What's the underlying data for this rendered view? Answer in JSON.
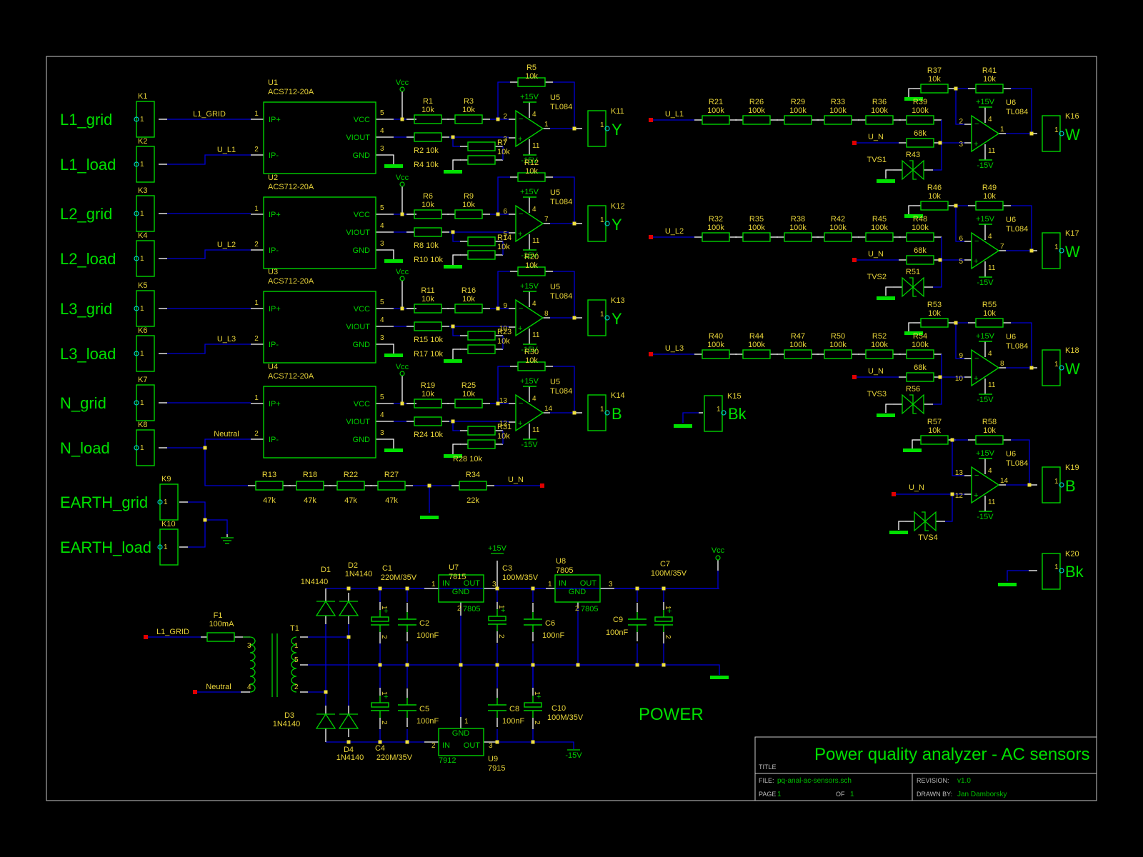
{
  "sheet": {
    "section_label": "POWER",
    "title_block": {
      "title_caption": "TITLE",
      "title": "Power quality analyzer - AC sensors",
      "file_caption": "FILE:",
      "file": "pq-anal-ac-sensors.sch",
      "revision_caption": "REVISION:",
      "revision": "v1.0",
      "page_caption": "PAGE",
      "page": "1",
      "of_caption": "OF",
      "of": "1",
      "drawn_by_caption": "DRAWN BY:",
      "drawn_by": "Jan Damborsky"
    }
  },
  "connectors_left": [
    {
      "ref": "K1",
      "label": "L1_grid",
      "pin": "1"
    },
    {
      "ref": "K2",
      "label": "L1_load",
      "pin": "1"
    },
    {
      "ref": "K3",
      "label": "L2_grid",
      "pin": "1"
    },
    {
      "ref": "K4",
      "label": "L2_load",
      "pin": "1"
    },
    {
      "ref": "K5",
      "label": "L3_grid",
      "pin": "1"
    },
    {
      "ref": "K6",
      "label": "L3_load",
      "pin": "1"
    },
    {
      "ref": "K7",
      "label": "N_grid",
      "pin": "1"
    },
    {
      "ref": "K8",
      "label": "N_load",
      "pin": "1"
    },
    {
      "ref": "K9",
      "label": "EARTH_grid",
      "pin": "1"
    },
    {
      "ref": "K10",
      "label": "EARTH_load",
      "pin": "1"
    }
  ],
  "current_sensors": [
    {
      "ref": "U1",
      "part": "ACS712-20A",
      "net_in": "L1_GRID",
      "net_out": "U_L1",
      "pins": {
        "ip_plus": "IP+",
        "ip_minus": "IP-",
        "vcc": "VCC",
        "viout": "VIOUT",
        "gnd": "GND",
        "n1": "1",
        "n2": "2",
        "n5": "5",
        "n4": "4",
        "n3": "3"
      },
      "vcc_label": "Vcc",
      "r_a": {
        "ref": "R1",
        "val": "10k"
      },
      "r_b": {
        "ref": "R3",
        "val": "10k"
      },
      "r_in": {
        "ref": "R2",
        "val": "10k"
      },
      "r_gnd": {
        "ref": "R4",
        "val": "10k"
      },
      "r_bias": {
        "ref": "R7",
        "val": "10k"
      },
      "r_fb": {
        "ref": "R5",
        "val": "10k"
      },
      "opamp": {
        "ref": "U5",
        "part": "TL084",
        "inv": "2",
        "noninv": "3",
        "out": "1",
        "vp": "4",
        "vn": "11",
        "vpos": "+15V",
        "vneg": "-15V"
      },
      "out_conn": {
        "ref": "K11",
        "pin": "1",
        "label": "Y"
      }
    },
    {
      "ref": "U2",
      "part": "ACS712-20A",
      "net_in": "",
      "net_out": "U_L2",
      "pins": {
        "ip_plus": "IP+",
        "ip_minus": "IP-",
        "vcc": "VCC",
        "viout": "VIOUT",
        "gnd": "GND",
        "n1": "1",
        "n2": "2",
        "n5": "5",
        "n4": "4",
        "n3": "3"
      },
      "vcc_label": "Vcc",
      "r_a": {
        "ref": "R6",
        "val": "10k"
      },
      "r_b": {
        "ref": "R9",
        "val": "10k"
      },
      "r_in": {
        "ref": "R8",
        "val": "10k"
      },
      "r_gnd": {
        "ref": "R10",
        "val": "10k"
      },
      "r_bias": {
        "ref": "R14",
        "val": "10k"
      },
      "r_fb": {
        "ref": "R12",
        "val": "10k"
      },
      "opamp": {
        "ref": "U5",
        "part": "TL084",
        "inv": "6",
        "noninv": "5",
        "out": "7",
        "vp": "4",
        "vn": "11",
        "vpos": "+15V",
        "vneg": "-15V"
      },
      "out_conn": {
        "ref": "K12",
        "pin": "1",
        "label": "Y"
      }
    },
    {
      "ref": "U3",
      "part": "ACS712-20A",
      "net_in": "",
      "net_out": "U_L3",
      "pins": {
        "ip_plus": "IP+",
        "ip_minus": "IP-",
        "vcc": "VCC",
        "viout": "VIOUT",
        "gnd": "GND",
        "n1": "1",
        "n2": "2",
        "n5": "5",
        "n4": "4",
        "n3": "3"
      },
      "vcc_label": "Vcc",
      "r_a": {
        "ref": "R11",
        "val": "10k"
      },
      "r_b": {
        "ref": "R16",
        "val": "10k"
      },
      "r_in": {
        "ref": "R15",
        "val": "10k"
      },
      "r_gnd": {
        "ref": "R17",
        "val": "10k"
      },
      "r_bias": {
        "ref": "R23",
        "val": "10k"
      },
      "r_fb": {
        "ref": "R20",
        "val": "10k"
      },
      "opamp": {
        "ref": "U5",
        "part": "TL084",
        "inv": "9",
        "noninv": "10",
        "out": "8",
        "vp": "4",
        "vn": "11",
        "vpos": "+15V",
        "vneg": "-15V"
      },
      "out_conn": {
        "ref": "K13",
        "pin": "1",
        "label": "Y"
      }
    },
    {
      "ref": "U4",
      "part": "ACS712-20A",
      "net_in": "",
      "net_out": "Neutral",
      "pins": {
        "ip_plus": "IP+",
        "ip_minus": "IP-",
        "vcc": "VCC",
        "viout": "VIOUT",
        "gnd": "GND",
        "n1": "1",
        "n2": "2",
        "n5": "5",
        "n4": "4",
        "n3": "3"
      },
      "vcc_label": "Vcc",
      "r_a": {
        "ref": "R19",
        "val": "10k"
      },
      "r_b": {
        "ref": "R25",
        "val": "10k"
      },
      "r_in": {
        "ref": "R24",
        "val": "10k"
      },
      "r_gnd": {
        "ref": "R28",
        "val": "10k"
      },
      "r_bias": {
        "ref": "R31",
        "val": "10k"
      },
      "r_fb": {
        "ref": "R30",
        "val": "10k"
      },
      "opamp": {
        "ref": "U5",
        "part": "TL084",
        "inv": "13",
        "noninv": "12",
        "out": "14",
        "vp": "4",
        "vn": "11",
        "vpos": "+15V",
        "vneg": "-15V"
      },
      "out_conn": {
        "ref": "K14",
        "pin": "1",
        "label": "B"
      }
    }
  ],
  "neutral_divider": {
    "resistors": [
      {
        "ref": "R13",
        "val": "47k"
      },
      {
        "ref": "R18",
        "val": "47k"
      },
      {
        "ref": "R22",
        "val": "47k"
      },
      {
        "ref": "R27",
        "val": "47k"
      },
      {
        "ref": "R34",
        "val": "22k"
      }
    ],
    "net_out": "U_N"
  },
  "voltage_sensors": [
    {
      "net_in": "U_L1",
      "chain": [
        {
          "ref": "R21",
          "val": "100k"
        },
        {
          "ref": "R26",
          "val": "100k"
        },
        {
          "ref": "R29",
          "val": "100k"
        },
        {
          "ref": "R33",
          "val": "100k"
        },
        {
          "ref": "R36",
          "val": "100k"
        },
        {
          "ref": "R39",
          "val": "100k"
        }
      ],
      "r_gnd": {
        "ref": "R37",
        "val": "10k"
      },
      "r_fb": {
        "ref": "R41",
        "val": "10k"
      },
      "un_net": "U_N",
      "r_un": {
        "ref": "",
        "val": "68k"
      },
      "tvs": "TVS1",
      "tvs_r": "R43",
      "opamp": {
        "ref": "U6",
        "part": "TL084",
        "inv": "2",
        "noninv": "3",
        "out": "1",
        "vp": "4",
        "vn": "11",
        "vpos": "+15V",
        "vneg": "-15V"
      },
      "out_conn": {
        "ref": "K16",
        "pin": "1",
        "label": "W"
      }
    },
    {
      "net_in": "U_L2",
      "chain": [
        {
          "ref": "R32",
          "val": "100k"
        },
        {
          "ref": "R35",
          "val": "100k"
        },
        {
          "ref": "R38",
          "val": "100k"
        },
        {
          "ref": "R42",
          "val": "100k"
        },
        {
          "ref": "R45",
          "val": "100k"
        },
        {
          "ref": "R48",
          "val": "100k"
        }
      ],
      "r_gnd": {
        "ref": "R46",
        "val": "10k"
      },
      "r_fb": {
        "ref": "R49",
        "val": "10k"
      },
      "un_net": "U_N",
      "r_un": {
        "ref": "",
        "val": "68k"
      },
      "tvs": "TVS2",
      "tvs_r": "R51",
      "opamp": {
        "ref": "U6",
        "part": "TL084",
        "inv": "6",
        "noninv": "5",
        "out": "7",
        "vp": "4",
        "vn": "11",
        "vpos": "+15V",
        "vneg": "-15V"
      },
      "out_conn": {
        "ref": "K17",
        "pin": "1",
        "label": "W"
      }
    },
    {
      "net_in": "U_L3",
      "chain": [
        {
          "ref": "R40",
          "val": "100k"
        },
        {
          "ref": "R44",
          "val": "100k"
        },
        {
          "ref": "R47",
          "val": "100k"
        },
        {
          "ref": "R50",
          "val": "100k"
        },
        {
          "ref": "R52",
          "val": "100k"
        },
        {
          "ref": "R54",
          "val": "100k"
        }
      ],
      "r_gnd": {
        "ref": "R53",
        "val": "10k"
      },
      "r_fb": {
        "ref": "R55",
        "val": "10k"
      },
      "un_net": "U_N",
      "r_un": {
        "ref": "",
        "val": "68k"
      },
      "tvs": "TVS3",
      "tvs_r": "R56",
      "opamp": {
        "ref": "U6",
        "part": "TL084",
        "inv": "9",
        "noninv": "10",
        "out": "8",
        "vp": "4",
        "vn": "11",
        "vpos": "+15V",
        "vneg": "-15V"
      },
      "out_conn": {
        "ref": "K18",
        "pin": "1",
        "label": "W"
      }
    }
  ],
  "neutral_buffer": {
    "r_gnd": {
      "ref": "R57",
      "val": "10k"
    },
    "r_fb": {
      "ref": "R58",
      "val": "10k"
    },
    "un_net": "U_N",
    "tvs": "TVS4",
    "opamp": {
      "ref": "U6",
      "part": "TL084",
      "inv": "13",
      "noninv": "12",
      "out": "14",
      "vp": "4",
      "vn": "11",
      "vpos": "+15V",
      "vneg": "-15V"
    },
    "out_conn": {
      "ref": "K19",
      "pin": "1",
      "label": "B"
    }
  },
  "ground_connectors": [
    {
      "ref": "K15",
      "pin": "1",
      "label": "Bk"
    },
    {
      "ref": "K20",
      "pin": "1",
      "label": "Bk"
    }
  ],
  "power": {
    "in_net": "L1_GRID",
    "neutral_net": "Neutral",
    "fuse": {
      "ref": "F1",
      "val": "100mA"
    },
    "transformer": {
      "ref": "T1",
      "p1": "3",
      "p2": "4",
      "s1": "1",
      "s5": "5",
      "s2": "2"
    },
    "diodes": [
      {
        "ref": "D1",
        "part": "1N4140"
      },
      {
        "ref": "D2",
        "part": "1N4140"
      },
      {
        "ref": "D3",
        "part": "1N4140"
      },
      {
        "ref": "D4",
        "part": "1N4140"
      }
    ],
    "caps": {
      "C1": {
        "ref": "C1",
        "val": "220M/35V"
      },
      "C2": {
        "ref": "C2",
        "val": "100nF"
      },
      "C3": {
        "ref": "C3",
        "val": "100M/35V"
      },
      "C4": {
        "ref": "C4",
        "val": "220M/35V"
      },
      "C5": {
        "ref": "C5",
        "val": "100nF"
      },
      "C6": {
        "ref": "C6",
        "val": "100nF"
      },
      "C7": {
        "ref": "C7",
        "val": "100M/35V"
      },
      "C8": {
        "ref": "C8",
        "val": "100nF"
      },
      "C9": {
        "ref": "C9",
        "val": "100nF"
      },
      "C10": {
        "ref": "C10",
        "val": "100M/35V"
      }
    },
    "regulators": {
      "U7": {
        "ref": "U7",
        "part": "7815",
        "inner": "7805",
        "in": "IN",
        "out": "OUT",
        "gnd": "GND",
        "p_in": "1",
        "p_gnd": "2",
        "p_out": "3"
      },
      "U8": {
        "ref": "U8",
        "part": "7805",
        "inner": "7805",
        "in": "IN",
        "out": "OUT",
        "gnd": "GND",
        "p_in": "1",
        "p_gnd": "2",
        "p_out": "3"
      },
      "U9": {
        "ref": "U9",
        "part": "7915",
        "inner": "7912",
        "in": "IN",
        "out": "OUT",
        "gnd": "GND",
        "p_in": "2",
        "p_gnd": "1",
        "p_out": "3"
      }
    },
    "rail_pos": "+15V",
    "rail_neg": "-15V",
    "rail_vcc": "Vcc",
    "cap_pin_plus": "1",
    "cap_pin_minus": "2"
  }
}
